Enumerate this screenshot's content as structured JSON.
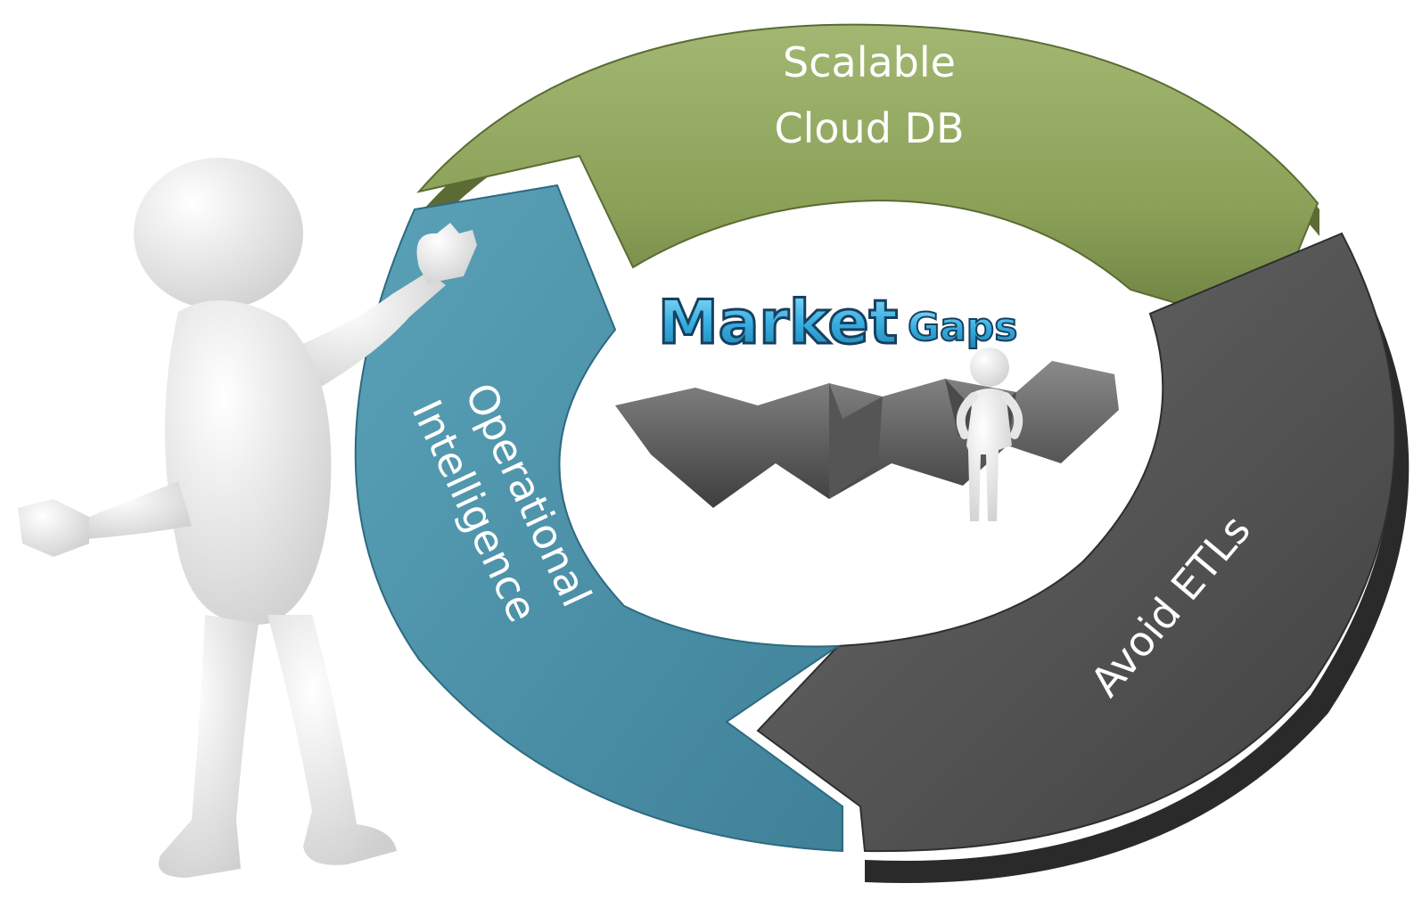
{
  "diagram": {
    "center_title": {
      "word1": "Market",
      "word2": "Gaps"
    },
    "segments": [
      {
        "id": "top",
        "lines": [
          "Scalable",
          "Cloud DB"
        ],
        "color": "#8da35a"
      },
      {
        "id": "right",
        "lines": [
          "Avoid ETLs"
        ],
        "color": "#555555"
      },
      {
        "id": "left",
        "lines": [
          "Operational",
          "Intelligence"
        ],
        "color": "#4f93a8"
      }
    ],
    "colors": {
      "title_fill": "#3ab0d8",
      "title_stroke": "#1a3a5a",
      "chasm": "#6e6e6e",
      "figure": "#f2f2f2"
    }
  }
}
